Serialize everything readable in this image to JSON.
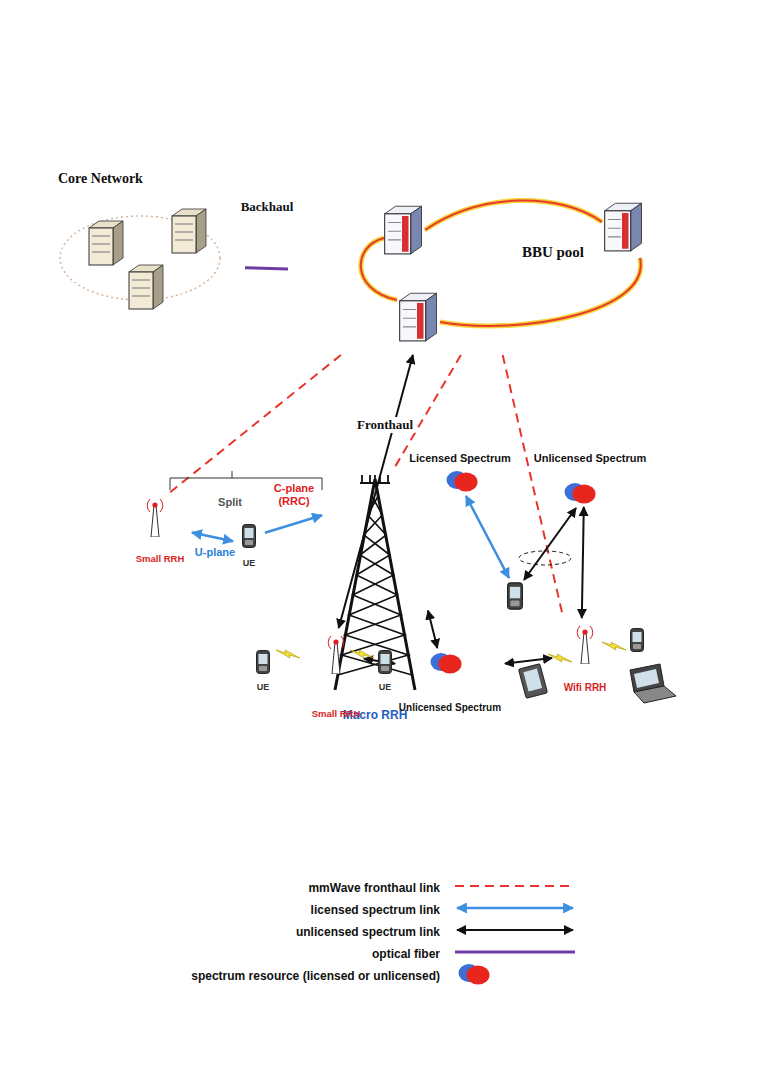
{
  "diagram": {
    "nodes": [
      {
        "text": [
          "Core Network"
        ]
      },
      {
        "text": [
          "Backhaul"
        ]
      },
      {
        "text": [
          "BBU pool"
        ]
      },
      {
        "text": [
          "Fronthaul"
        ]
      },
      {
        "text": [
          "Split"
        ]
      },
      {
        "text": [
          "Small RRH"
        ],
        "in": 4
      },
      {
        "text": [
          "UE"
        ],
        "in": 4
      },
      {
        "text": [
          "Macro RRH"
        ]
      },
      {
        "text": [
          "Licensed Spectrum"
        ]
      },
      {
        "text": [
          "Unlicensed Spectrum"
        ]
      },
      {
        "text": [
          "Unlicensed Spectrum"
        ]
      },
      {
        "text": [
          "UE",
          "UE"
        ]
      },
      {
        "text": [
          "Small RRH"
        ],
        "in": 11
      },
      {
        "text": [
          "Wifi RRH"
        ]
      }
    ],
    "edges": [
      {
        "from": 0,
        "to": 2,
        "arrow": "none"
      },
      {
        "from": 2,
        "to": 5,
        "arrow": "none"
      },
      {
        "from": 2,
        "to": 7,
        "arrow": "none"
      },
      {
        "from": 2,
        "to": 13,
        "arrow": "none"
      },
      {
        "from": 2,
        "to": 12,
        "arrow": "both"
      },
      {
        "from": 5,
        "to": 6,
        "label": "U-plane",
        "arrow": "both"
      },
      {
        "from": 6,
        "to": 7,
        "label": "C-plane (RRC)",
        "arrow": "to"
      },
      {
        "from": 7,
        "to": 10,
        "arrow": "both"
      },
      {
        "from": 12,
        "to": 10,
        "arrow": "both"
      },
      {
        "from": 10,
        "to": 13,
        "arrow": "both"
      },
      {
        "from": 13,
        "to": 9,
        "arrow": "both"
      }
    ],
    "legend": [
      {
        "text": "mmWave fronthaul link"
      },
      {
        "text": "licensed spectrum link"
      },
      {
        "text": "unlicensed spectrum link"
      },
      {
        "text": "optical fiber"
      },
      {
        "text": "spectrum resource (licensed or unlicensed)"
      }
    ]
  }
}
